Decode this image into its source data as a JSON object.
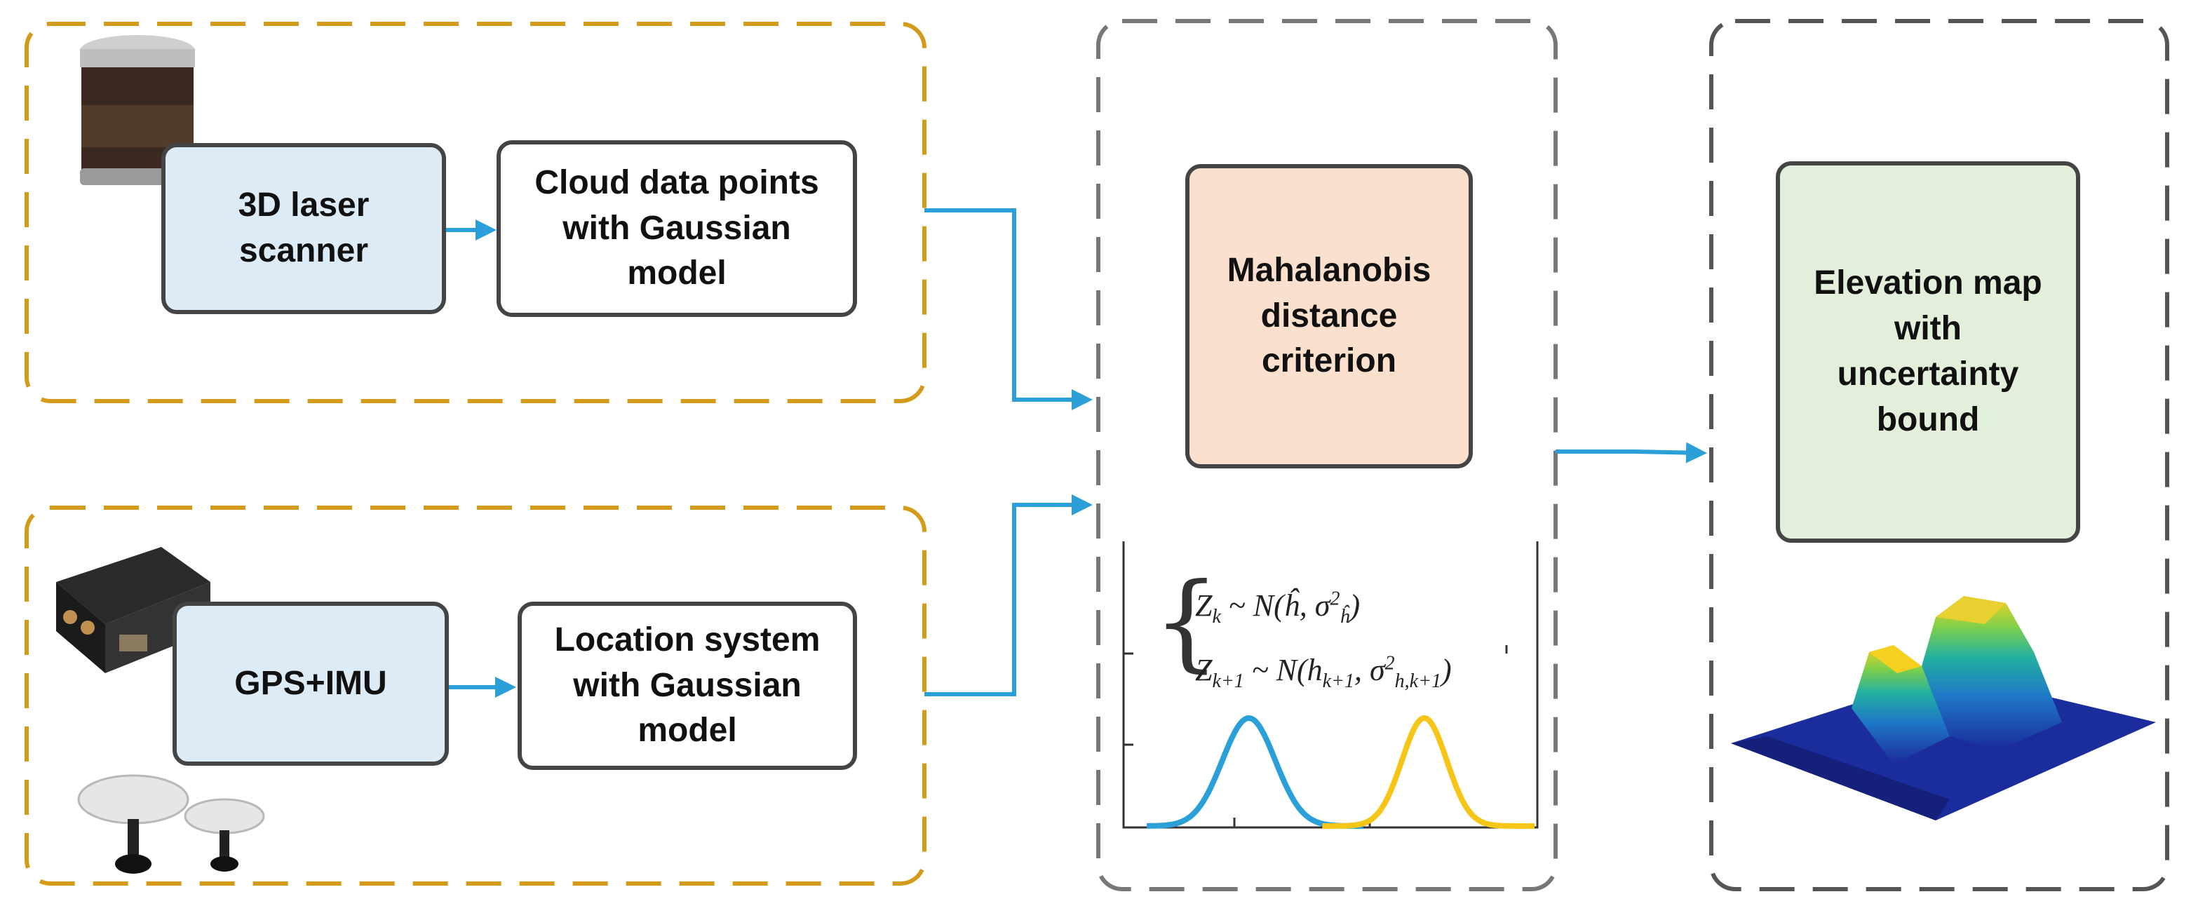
{
  "groups": {
    "lidar_group": {
      "color": "#d49a1a"
    },
    "location_group": {
      "color": "#d49a1a"
    },
    "fusion_group": {
      "color": "#777777"
    },
    "output_group": {
      "color": "#555555"
    }
  },
  "nodes": {
    "laser_scanner": {
      "label": "3D laser\nscanner",
      "fill": "#ddebf7"
    },
    "cloud_points": {
      "label": "Cloud data points\nwith Gaussian\nmodel",
      "fill": "#ffffff"
    },
    "gps_imu": {
      "label": "GPS+IMU",
      "fill": "#ddebf7"
    },
    "location_system": {
      "label": "Location system\nwith Gaussian\nmodel",
      "fill": "#ffffff"
    },
    "mahalanobis": {
      "label": "Mahalanobis\ndistance\ncriterion",
      "fill": "#fbe0ce"
    },
    "elevation_map": {
      "label": "Elevation map\nwith\nuncertainty\nbound",
      "fill": "#e2efda"
    }
  },
  "arrow_color": "#2a9fd8",
  "equation": {
    "line1": {
      "lhs": "Z",
      "lhs_sub": "k",
      "rest": " ~ N(ĥ, σ",
      "sup": "2",
      "sub": "ĥ",
      "end": ")"
    },
    "line2": {
      "lhs": "Z",
      "lhs_sub": "k+1",
      "rest": " ~ N(h",
      "mid_sub": "k+1",
      "mid": ", σ",
      "sup": "2",
      "sub": "h,k+1",
      "end": ")"
    }
  },
  "chart_data": {
    "type": "line",
    "title": "",
    "xlabel": "",
    "ylabel": "",
    "series": [
      {
        "color": "#2a9fd8",
        "mean": 0.3,
        "sigma": 0.065
      },
      {
        "color": "#f5c518",
        "mean": 0.73,
        "sigma": 0.055
      }
    ],
    "xlim": [
      0,
      1
    ],
    "ylim": [
      0,
      1
    ]
  },
  "icons": [
    "velodyne-lidar-photo",
    "imu-device-photo",
    "gps-antenna-photo",
    "3d-terrain-surface-illustration"
  ]
}
